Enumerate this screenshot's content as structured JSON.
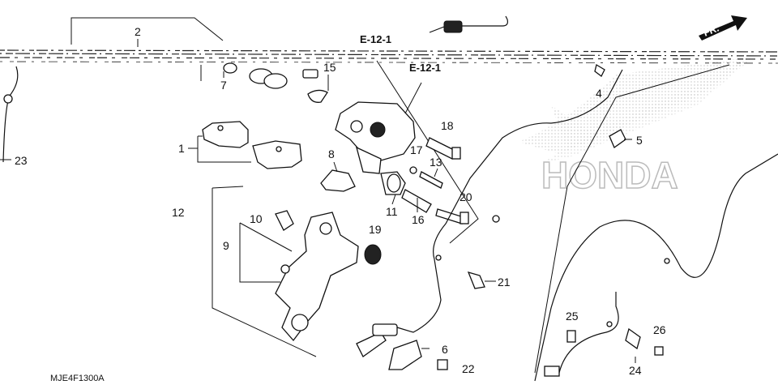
{
  "diagram_code": "MJE4F1300A",
  "brand_watermark": "HONDA",
  "direction_marker": "FR.",
  "refs": [
    "E-12-1",
    "E-12-1"
  ],
  "callouts": [
    "1",
    "2",
    "4",
    "5",
    "6",
    "7",
    "8",
    "9",
    "10",
    "11",
    "12",
    "13",
    "15",
    "16",
    "17",
    "18",
    "19",
    "20",
    "21",
    "22",
    "23",
    "24",
    "25",
    "26"
  ]
}
